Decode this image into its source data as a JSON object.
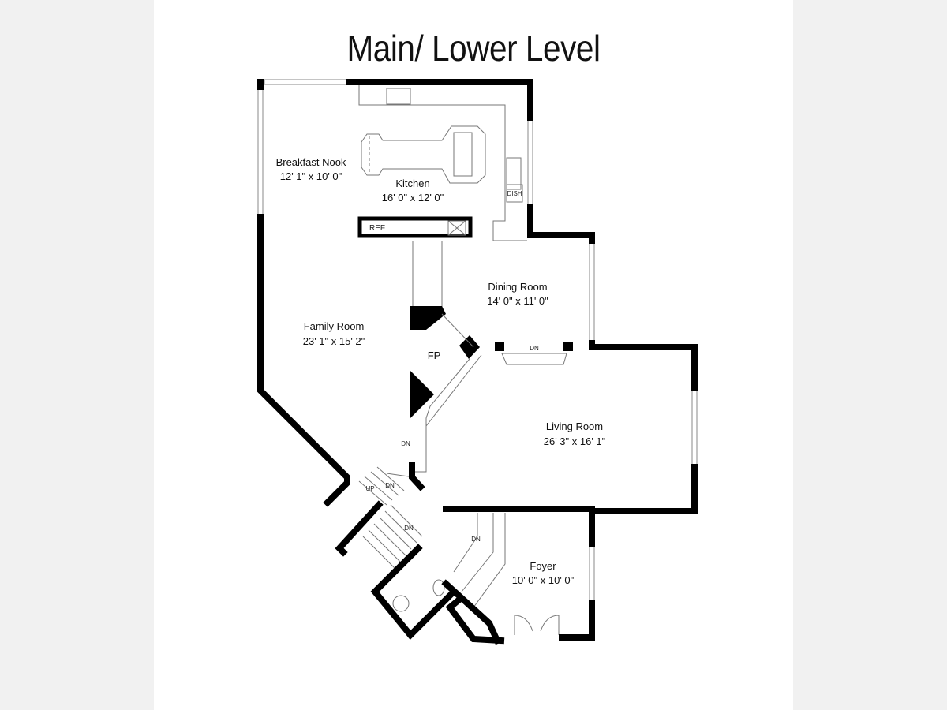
{
  "title": "Main/ Lower Level",
  "rooms": [
    {
      "name": "Breakfast Nook",
      "dims": "12' 1\" x 10' 0\""
    },
    {
      "name": "Kitchen",
      "dims": "16' 0\" x 12' 0\""
    },
    {
      "name": "Dining Room",
      "dims": "14' 0\" x 11' 0\""
    },
    {
      "name": "Family Room",
      "dims": "23' 1\" x 15' 2\""
    },
    {
      "name": "Living Room",
      "dims": "26' 3\" x 16' 1\""
    },
    {
      "name": "Foyer",
      "dims": "10' 0\" x 10' 0\""
    }
  ],
  "fixtures": {
    "fireplace": "FP",
    "refrigerator": "REF",
    "dishwasher": "DISH"
  },
  "stairs": {
    "down": "DN",
    "up": "UP"
  }
}
